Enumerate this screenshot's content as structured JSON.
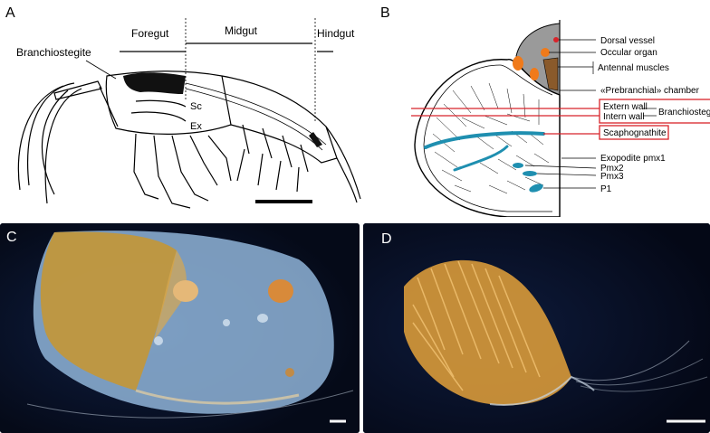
{
  "panels": {
    "a": {
      "letter": "A",
      "regions": [
        "Foregut",
        "Midgut",
        "Hindgut"
      ],
      "labels": {
        "branchiostegite": "Branchiostegite",
        "sc": "Sc",
        "ex": "Ex"
      }
    },
    "b": {
      "letter": "B",
      "labels": {
        "dorsal_vessel": "Dorsal vessel",
        "occular_organ": "Occular organ",
        "antennal_muscles": "Antennal muscles",
        "prebranchial": "«Prebranchial» chamber",
        "extern_wall": "Extern wall",
        "intern_wall": "Intern wall",
        "branchiostegite": "Branchiostegite",
        "scaphognathite": "Scaphognathite",
        "exopodite": "Exopodite pmx1",
        "pmx2": "Pmx2",
        "pmx3": "Pmx3",
        "p1": "P1"
      }
    },
    "c": {
      "letter": "C"
    },
    "d": {
      "letter": "D"
    }
  },
  "colors": {
    "highlight_red": "#d8232a",
    "blue_appendage": "#1f8fb0",
    "orange_organ": "#f07a1a",
    "brown_muscle": "#8a5a2b",
    "gray_tissue": "#9a9a9a",
    "photo_background": "#0b1630"
  }
}
